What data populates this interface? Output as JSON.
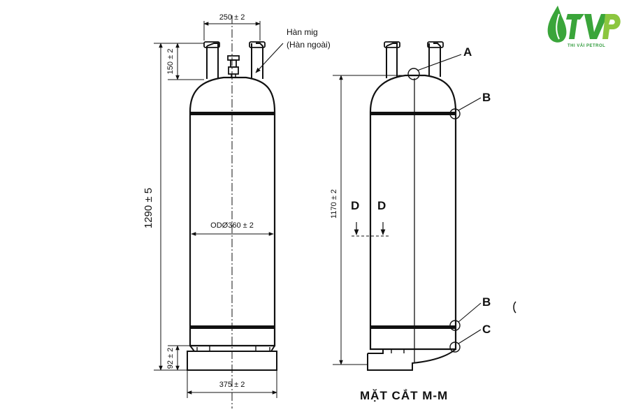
{
  "logo": {
    "initials": "TVP",
    "company": "THI VẢI PETROL",
    "color_primary": "#3aa53a",
    "color_secondary": "#8cc63f"
  },
  "front_view": {
    "dim_top_width": "250 ± 2",
    "dim_valve_height": "150 ± 2",
    "dim_total_height": "1290 ± 5",
    "dim_diameter": "ODØ360 ± 2",
    "dim_foot_height": "92 ± 2",
    "dim_base_width": "375 ± 2",
    "weld_note_line1": "Hàn mig",
    "weld_note_line2": "(Hàn ngoài)"
  },
  "section_view": {
    "dim_body_height": "1170 ± 2",
    "marker_a": "A",
    "marker_b_top": "B",
    "marker_b_bottom": "B",
    "marker_c": "C",
    "marker_d_left": "D",
    "marker_d_right": "D",
    "title": "MẶT CẮT M-M"
  }
}
